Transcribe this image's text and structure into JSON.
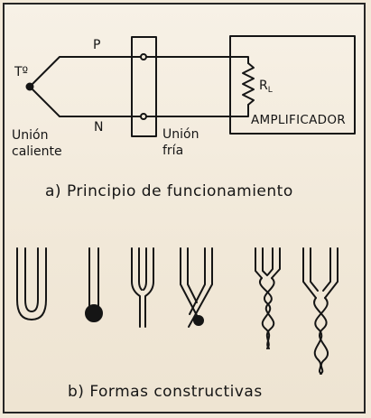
{
  "labels": {
    "temperature": "Tº",
    "p": "P",
    "n": "N",
    "hot_junction": [
      "Unión",
      "caliente"
    ],
    "cold_junction": [
      "Unión",
      "fría"
    ],
    "resistor_main": "R",
    "resistor_sub": "L",
    "amplifier": "AMPLIFICADOR"
  },
  "captions": {
    "a": "a) Principio de funcionamiento",
    "b": "b) Formas constructivas"
  },
  "colors": {
    "ink": "#151515",
    "paper": "#f2e9d9"
  }
}
